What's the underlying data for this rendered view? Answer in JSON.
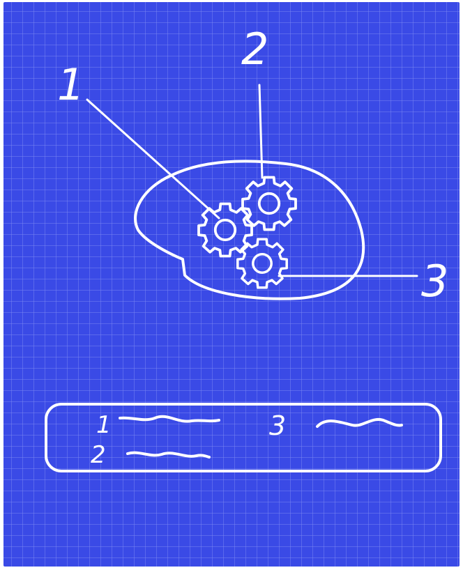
{
  "diagram": {
    "background_color": "#3a4ae6",
    "grid_color": "#8f9bf5",
    "line_color": "#ffffff",
    "callouts": [
      {
        "label": "1"
      },
      {
        "label": "2"
      },
      {
        "label": "3"
      }
    ],
    "legend": {
      "items": [
        {
          "label": "1"
        },
        {
          "label": "2"
        },
        {
          "label": "3"
        }
      ]
    }
  }
}
